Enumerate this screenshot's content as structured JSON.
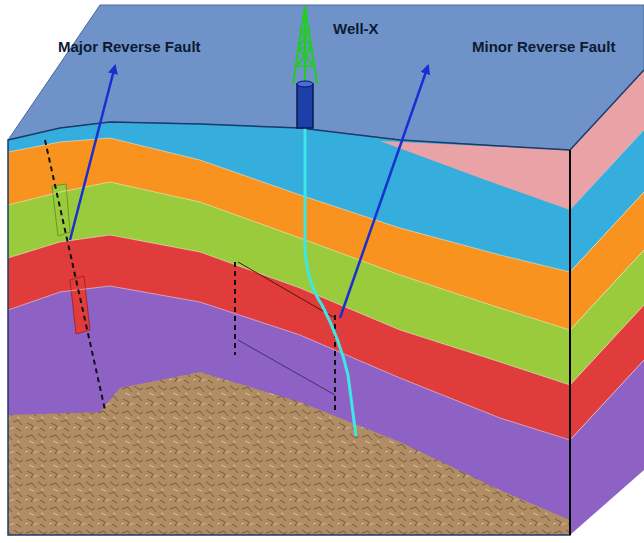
{
  "diagram": {
    "labels": [
      "Major Reverse Fault",
      "Well-X",
      "Minor Reverse Fault"
    ]
  }
}
